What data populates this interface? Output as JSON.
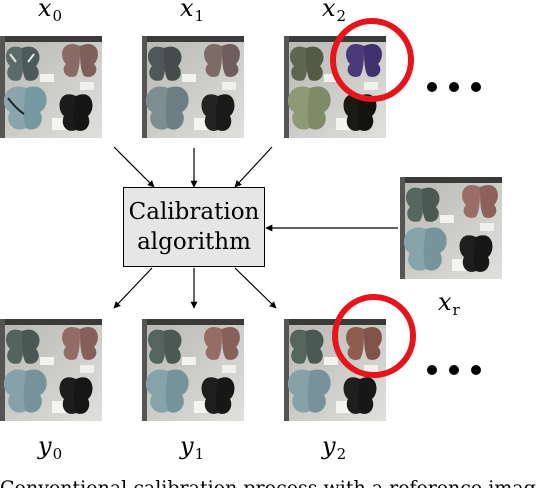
{
  "box": {
    "line1": "Calibration",
    "line2": "algorithm"
  },
  "inputs": [
    {
      "var": "x",
      "sub": "0"
    },
    {
      "var": "x",
      "sub": "1"
    },
    {
      "var": "x",
      "sub": "2"
    }
  ],
  "reference": {
    "var": "x",
    "sub": "r"
  },
  "outputs": [
    {
      "var": "y",
      "sub": "0"
    },
    {
      "var": "y",
      "sub": "1"
    },
    {
      "var": "y",
      "sub": "2"
    }
  ],
  "caption": "Conventional calibration process with a reference image",
  "colors": {
    "highlight_circle": "#e8141b",
    "box_fill": "#e6e6e6"
  }
}
